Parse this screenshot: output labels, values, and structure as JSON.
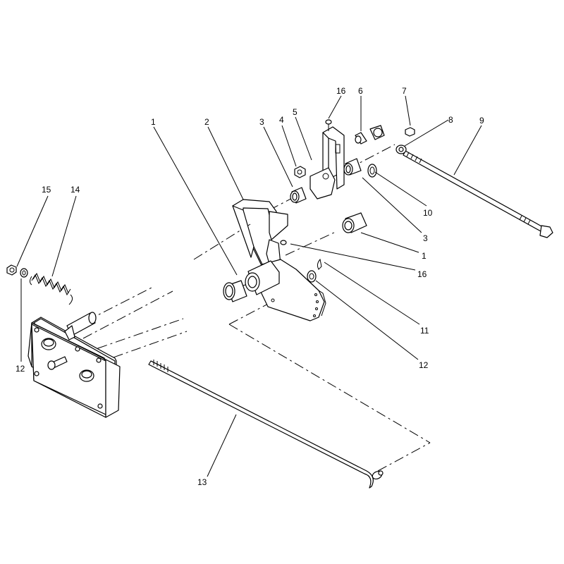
{
  "callouts": [
    {
      "id": "c1a",
      "text": "1"
    },
    {
      "id": "c2",
      "text": "2"
    },
    {
      "id": "c3a",
      "text": "3"
    },
    {
      "id": "c4",
      "text": "4"
    },
    {
      "id": "c5",
      "text": "5"
    },
    {
      "id": "c16a",
      "text": "16"
    },
    {
      "id": "c6",
      "text": "6"
    },
    {
      "id": "c7",
      "text": "7"
    },
    {
      "id": "c8",
      "text": "8"
    },
    {
      "id": "c9",
      "text": "9"
    },
    {
      "id": "c10",
      "text": "10"
    },
    {
      "id": "c3b",
      "text": "3"
    },
    {
      "id": "c1b",
      "text": "1"
    },
    {
      "id": "c16b",
      "text": "16"
    },
    {
      "id": "c11",
      "text": "11"
    },
    {
      "id": "c12b",
      "text": "12"
    },
    {
      "id": "c15",
      "text": "15"
    },
    {
      "id": "c14",
      "text": "14"
    },
    {
      "id": "c12a",
      "text": "12"
    },
    {
      "id": "c13",
      "text": "13"
    }
  ]
}
